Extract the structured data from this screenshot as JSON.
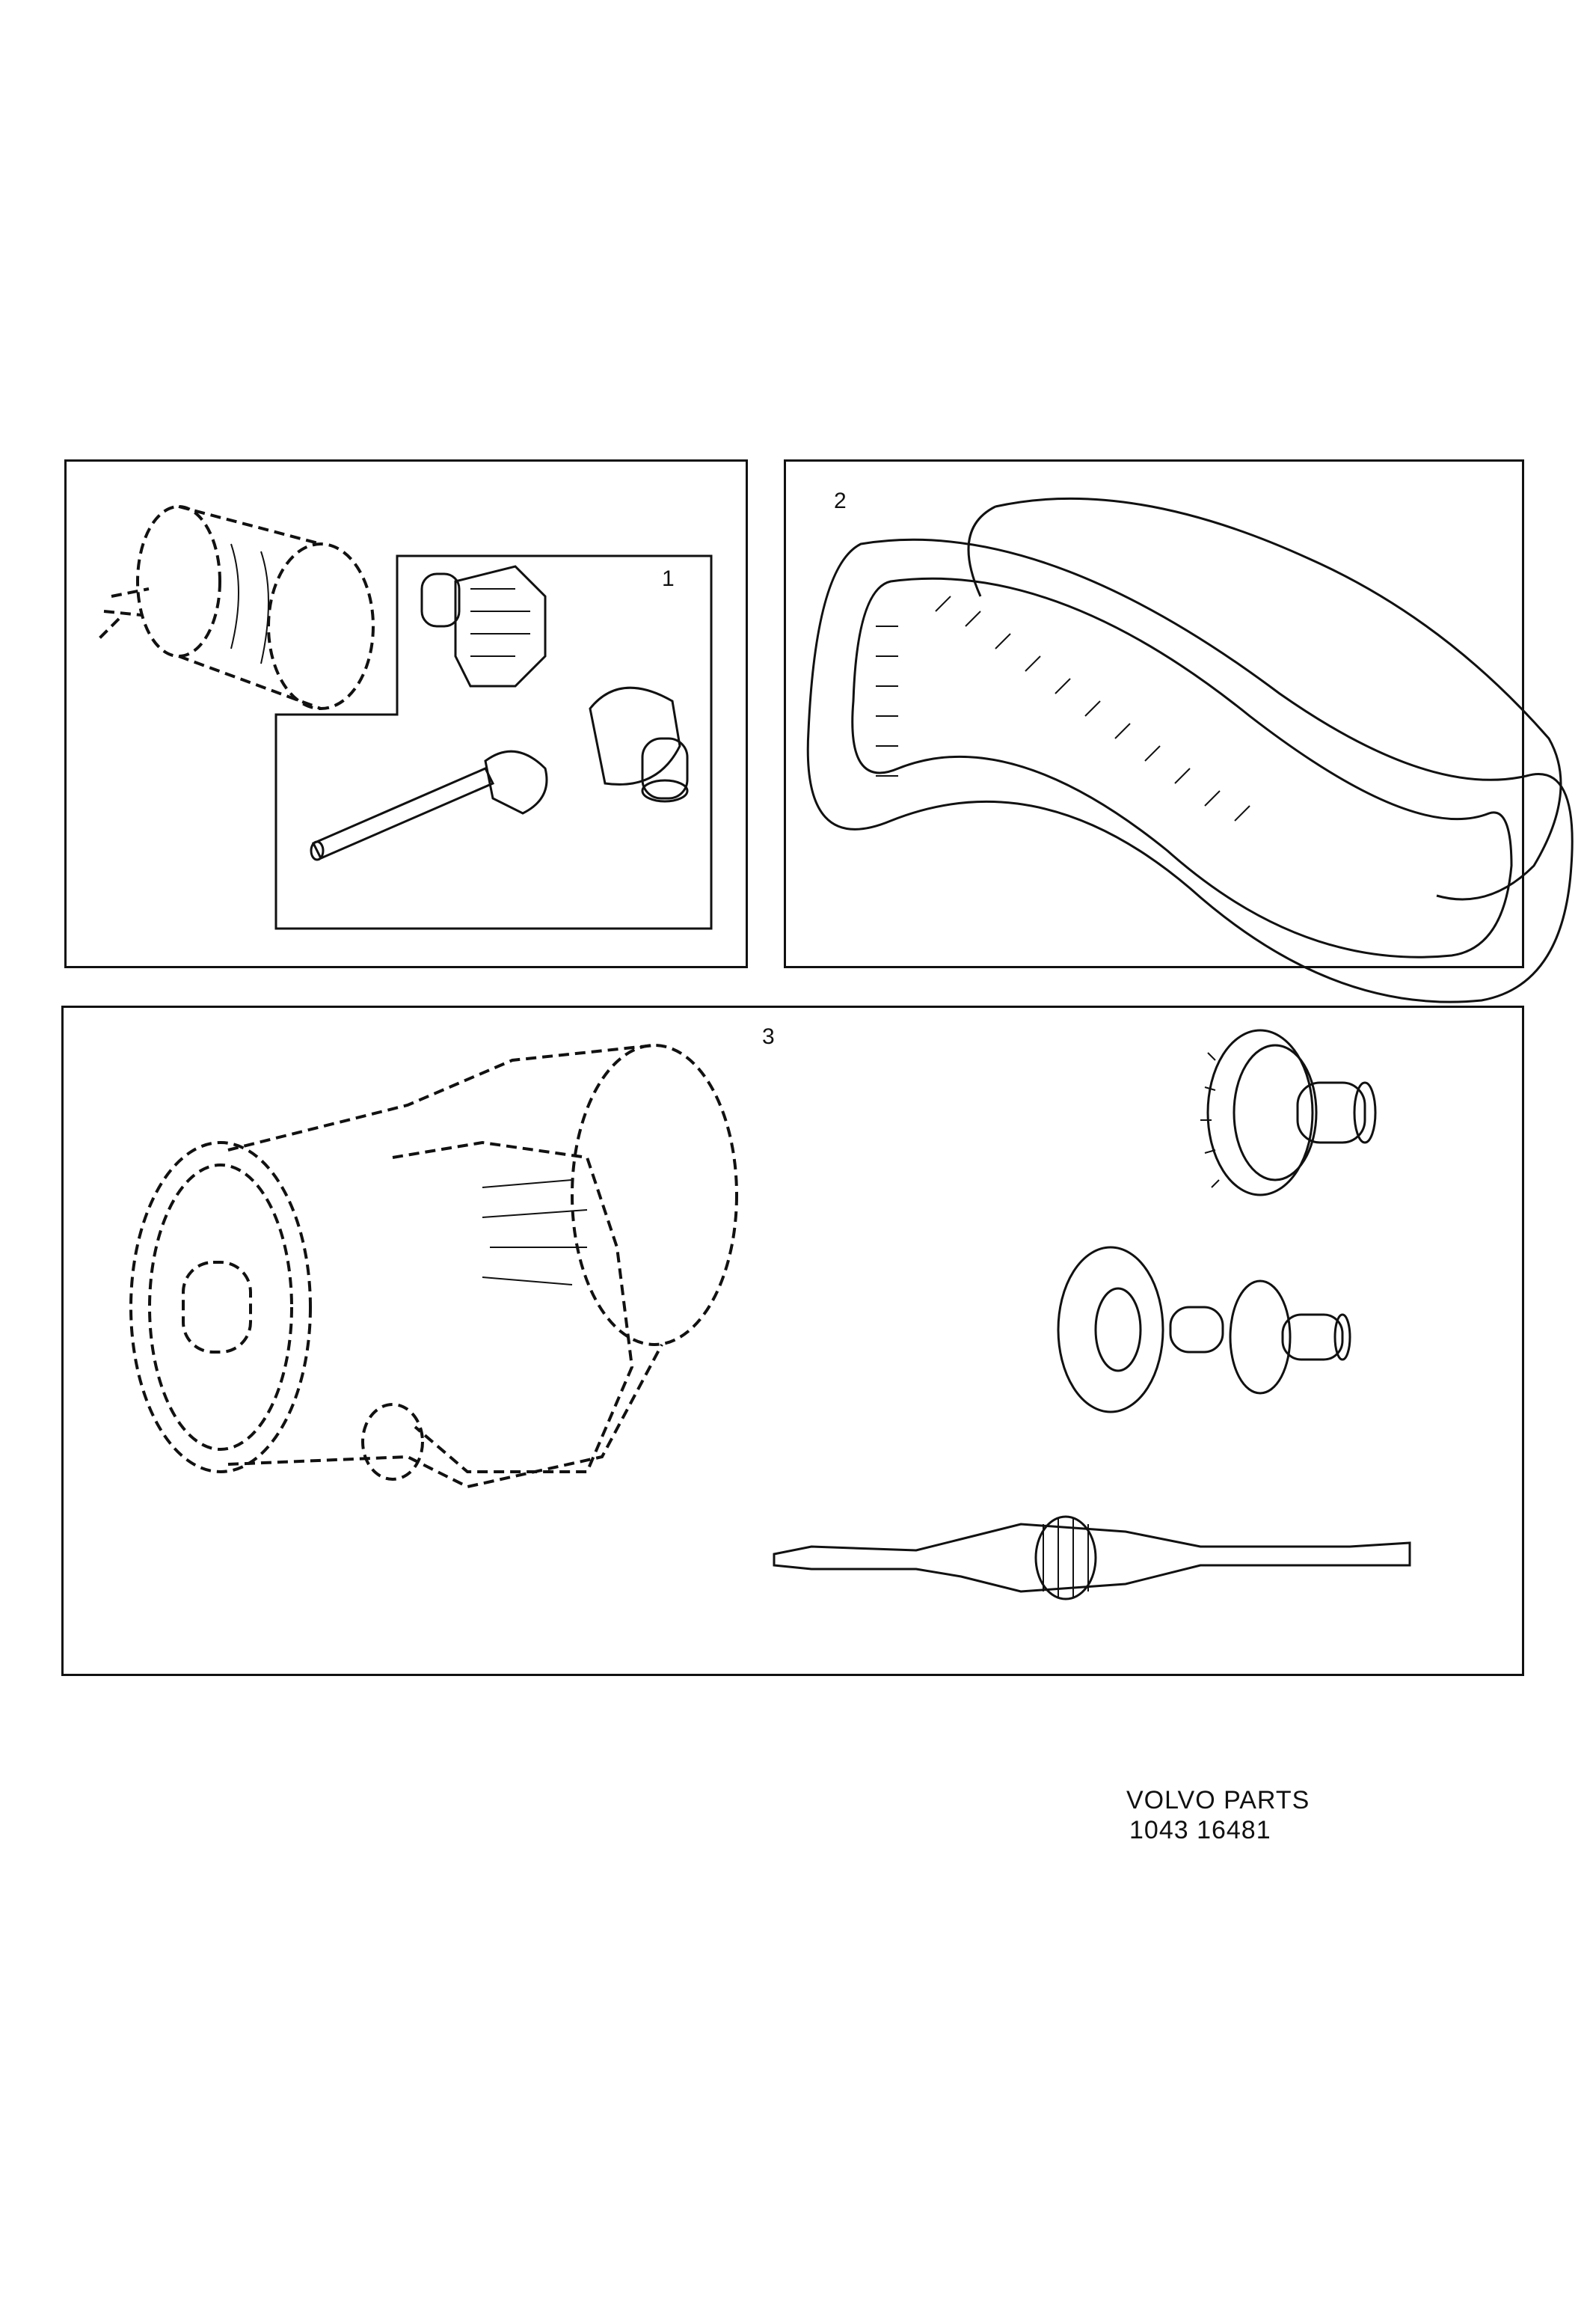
{
  "callouts": {
    "panel_1": "1",
    "panel_2": "2",
    "panel_3": "3"
  },
  "footer": {
    "brand": "VOLVO PARTS",
    "code": "1043  16481"
  }
}
